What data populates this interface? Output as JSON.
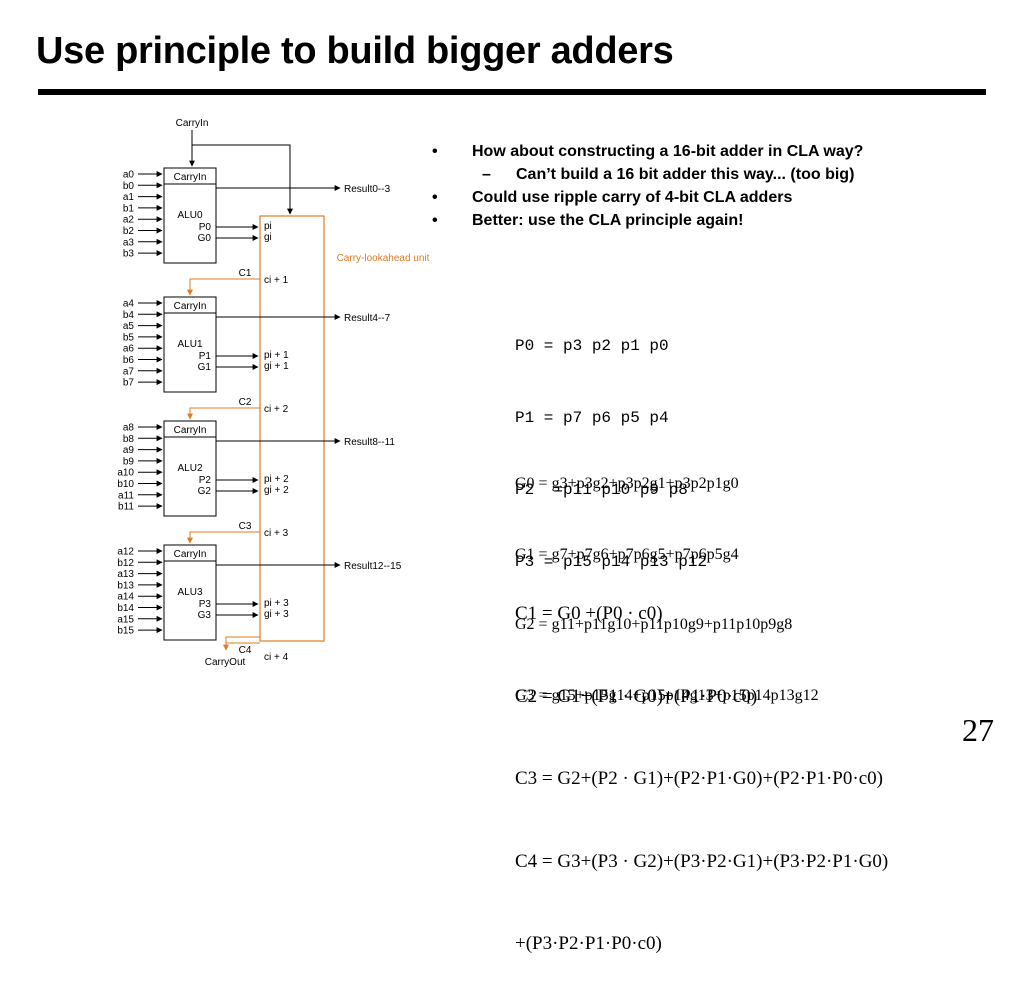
{
  "slide": {
    "title": "Use principle to build bigger adders",
    "page_number": "27"
  },
  "diagram": {
    "top_carry_label": "CarryIn",
    "carry_out_label": "CarryOut",
    "cla_label": "Carry-lookahead unit",
    "alus": [
      {
        "inputs": [
          "a0",
          "b0",
          "a1",
          "b1",
          "a2",
          "b2",
          "a3",
          "b3"
        ],
        "carry_in": "CarryIn",
        "name": "ALU0",
        "p": "P0",
        "g": "G0",
        "result": "Result0--3",
        "pi": "pi",
        "gi": "gi",
        "c": "C1",
        "ci": "ci + 1"
      },
      {
        "inputs": [
          "a4",
          "b4",
          "a5",
          "b5",
          "a6",
          "b6",
          "a7",
          "b7"
        ],
        "carry_in": "CarryIn",
        "name": "ALU1",
        "p": "P1",
        "g": "G1",
        "result": "Result4--7",
        "pi": "pi + 1",
        "gi": "gi + 1",
        "c": "C2",
        "ci": "ci + 2"
      },
      {
        "inputs": [
          "a8",
          "b8",
          "a9",
          "b9",
          "a10",
          "b10",
          "a11",
          "b11"
        ],
        "carry_in": "CarryIn",
        "name": "ALU2",
        "p": "P2",
        "g": "G2",
        "result": "Result8--11",
        "pi": "pi + 2",
        "gi": "gi + 2",
        "c": "C3",
        "ci": "ci + 3"
      },
      {
        "inputs": [
          "a12",
          "b12",
          "a13",
          "b13",
          "a14",
          "b14",
          "a15",
          "b15"
        ],
        "carry_in": "CarryIn",
        "name": "ALU3",
        "p": "P3",
        "g": "G3",
        "result": "Result12--15",
        "pi": "pi + 3",
        "gi": "gi + 3",
        "c": "C4",
        "ci": "ci + 4"
      }
    ]
  },
  "bullets": [
    {
      "marker": "•",
      "text": "How about constructing a 16-bit adder in CLA way?"
    },
    {
      "marker": "–",
      "text": "Can’t build a 16 bit adder this way... (too big)"
    },
    {
      "marker": "•",
      "text": "Could use ripple carry of 4-bit CLA adders"
    },
    {
      "marker": "•",
      "text": "Better:  use the CLA principle again!"
    }
  ],
  "p_equations": [
    "P0 = p3 p2 p1 p0",
    "P1 = p7 p6 p5 p4",
    "P2  =p11 p10 p9 p8",
    "P3 = p15 p14 p13 p12"
  ],
  "g_equations": [
    "G0 = g3+p3g2+p3p2g1+p3p2p1g0",
    "G1 = g7+p7g6+p7p6g5+p7p6p5g4",
    "G2 = g11+p11g10+p11p10g9+p11p10p9g8",
    "G3 = g15+p15g14+p15p14g13+p15p14p13g12"
  ],
  "c_equations": [
    "C1 = G0 +(P0 · c0)",
    "C2 = G1+(P1 · G0)+(P1·P0·c0)",
    "C3 = G2+(P2 · G1)+(P2·P1·G0)+(P2·P1·P0·c0)",
    "C4 = G3+(P3 · G2)+(P3·P2·G1)+(P3·P2·P1·G0)",
    "+(P3·P2·P1·P0·c0)"
  ]
}
